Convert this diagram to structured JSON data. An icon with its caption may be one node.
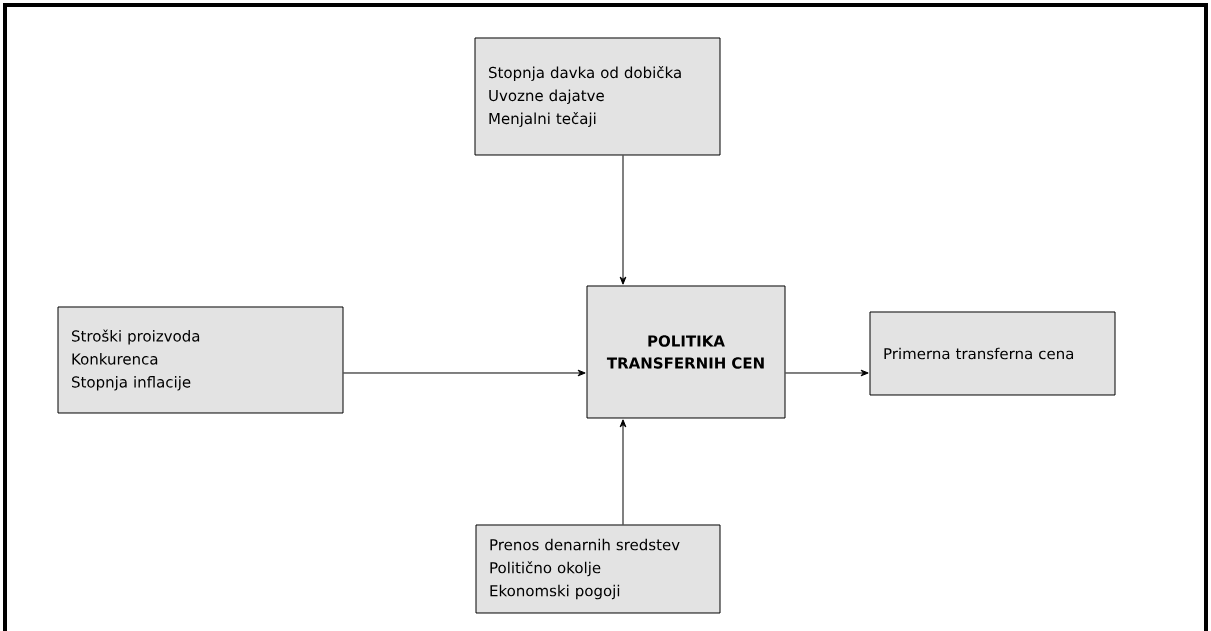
{
  "diagram": {
    "nodes": [
      {
        "text": [
          "Stopnja davka od dobička",
          "Uvozne dajatve",
          "Menjalni tečaji"
        ]
      },
      {
        "text": [
          "Stroški proizvoda",
          "Konkurenca",
          "Stopnja inflacije"
        ]
      },
      {
        "text": [
          "POLITIKA TRANSFERNIH CEN"
        ]
      },
      {
        "text": [
          "Primerna transferna cena"
        ]
      },
      {
        "text": [
          "Prenos denarnih sredstev",
          "Politično okolje",
          "Ekonomski pogoji"
        ]
      }
    ],
    "edges": [
      {
        "from": 0,
        "to": 2,
        "arrow": "to"
      },
      {
        "from": 1,
        "to": 2,
        "arrow": "to"
      },
      {
        "from": 2,
        "to": 3,
        "arrow": "to"
      },
      {
        "from": 4,
        "to": 2,
        "arrow": "to"
      }
    ]
  }
}
